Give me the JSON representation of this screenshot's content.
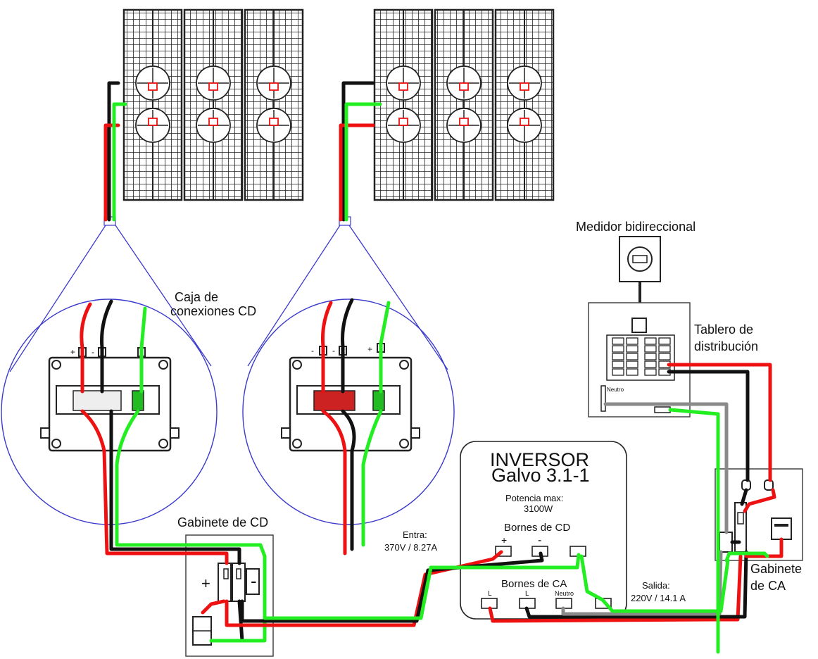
{
  "colors": {
    "positive": "#ee1111",
    "negative": "#111111",
    "ground": "#22ee22",
    "neutral": "#8a8a8a",
    "zoom_circle": "#3a3acc"
  },
  "labels": {
    "dc_junction_box": [
      "Caja de",
      "conexiones CD"
    ],
    "dc_cabinet": "Gabinete de CD",
    "input_title": "Entra:",
    "input_value": "370V / 8.27A",
    "inverter_title": "INVERSOR",
    "inverter_model": "Galvo 3.1-1",
    "power_title": "Potencia max:",
    "power_value": "3100W",
    "dc_terminals": "Bornes de CD",
    "ac_terminals": "Bornes de CA",
    "neutral_small": "Neutro",
    "output_title": "Salida:",
    "output_value": "220V / 14.1 A",
    "meter": "Medidor bidireccional",
    "panel_board": [
      "Tablero de",
      "distribución"
    ],
    "ac_cabinet": [
      "Gabinete",
      "de CA"
    ]
  },
  "icons": [
    "solar-panel-icon",
    "meter-icon",
    "breaker-icon",
    "terminal-block-icon",
    "junction-box-icon"
  ]
}
